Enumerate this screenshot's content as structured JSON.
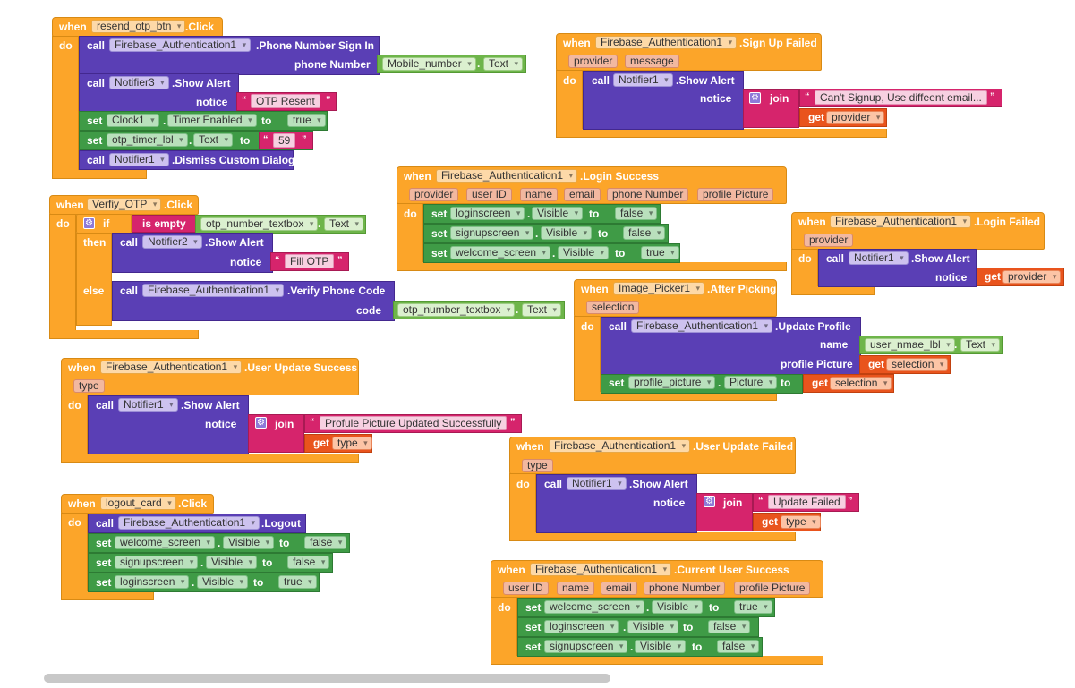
{
  "kw": {
    "when": "when",
    "do": "do",
    "call": "call",
    "set": "set",
    "to": "to",
    "if": "if",
    "then": "then",
    "else": "else",
    "get": "get",
    "join": "join",
    "dot": ".",
    "open_quote": "“",
    "close_quote": "”"
  },
  "resend": {
    "component": "resend_otp_btn",
    "event": ".Click",
    "c1_comp": "Firebase_Authentication1",
    "c1_method": ".Phone Number Sign In",
    "c1_arg": "phone Number",
    "c1_val_comp": "Mobile_number",
    "c1_val_prop": "Text",
    "c2_comp": "Notifier3",
    "c2_method": ".Show Alert",
    "c2_arg": "notice",
    "c2_text": "OTP Resent",
    "s1_comp": "Clock1",
    "s1_prop": "Timer Enabled",
    "s1_val": "true",
    "s2_comp": "otp_timer_lbl",
    "s2_prop": "Text",
    "s2_val": "59",
    "c3_comp": "Notifier1",
    "c3_method": ".Dismiss Custom Dialog"
  },
  "verify": {
    "component": "Verfiy_OTP",
    "event": ".Click",
    "is_empty": "is empty",
    "tb_comp": "otp_number_textbox",
    "tb_prop": "Text",
    "c1_comp": "Notifier2",
    "c1_method": ".Show Alert",
    "c1_arg": "notice",
    "c1_text": "Fill OTP",
    "c2_comp": "Firebase_Authentication1",
    "c2_method": ".Verify Phone Code",
    "c2_arg": "code",
    "c2_val_comp": "otp_number_textbox",
    "c2_val_prop": "Text"
  },
  "signup_failed": {
    "component": "Firebase_Authentication1",
    "event": ".Sign Up Failed",
    "params": [
      "provider",
      "message"
    ],
    "c_comp": "Notifier1",
    "c_method": ".Show Alert",
    "c_arg": "notice",
    "text": "Can't Signup, Use diffeent email...",
    "get_var": "provider"
  },
  "login_success": {
    "component": "Firebase_Authentication1",
    "event": ".Login Success",
    "params": [
      "provider",
      "user ID",
      "name",
      "email",
      "phone Number",
      "profile Picture"
    ],
    "sets": [
      {
        "comp": "loginscreen",
        "prop": "Visible",
        "val": "false"
      },
      {
        "comp": "signupscreen",
        "prop": "Visible",
        "val": "false"
      },
      {
        "comp": "welcome_screen",
        "prop": "Visible",
        "val": "true"
      }
    ]
  },
  "login_failed": {
    "component": "Firebase_Authentication1",
    "event": ".Login Failed",
    "params": [
      "provider"
    ],
    "c_comp": "Notifier1",
    "c_method": ".Show Alert",
    "c_arg": "notice",
    "get_var": "provider"
  },
  "image_picker": {
    "component": "Image_Picker1",
    "event": ".After Picking",
    "params": [
      "selection"
    ],
    "c_comp": "Firebase_Authentication1",
    "c_method": ".Update Profile",
    "arg1": "name",
    "arg1_comp": "user_nmae_lbl",
    "arg1_prop": "Text",
    "arg2": "profile Picture",
    "arg2_var": "selection",
    "s_comp": "profile_picture",
    "s_prop": "Picture",
    "s_var": "selection"
  },
  "update_success": {
    "component": "Firebase_Authentication1",
    "event": ".User Update Success",
    "params": [
      "type"
    ],
    "c_comp": "Notifier1",
    "c_method": ".Show Alert",
    "c_arg": "notice",
    "text": "Profule Picture Updated Successfully",
    "get_var": "type"
  },
  "update_failed": {
    "component": "Firebase_Authentication1",
    "event": ".User Update Failed",
    "params": [
      "type"
    ],
    "c_comp": "Notifier1",
    "c_method": ".Show Alert",
    "c_arg": "notice",
    "text": "Update Failed",
    "get_var": "type"
  },
  "logout": {
    "component": "logout_card",
    "event": ".Click",
    "c_comp": "Firebase_Authentication1",
    "c_method": ".Logout",
    "sets": [
      {
        "comp": "welcome_screen",
        "prop": "Visible",
        "val": "false"
      },
      {
        "comp": "signupscreen",
        "prop": "Visible",
        "val": "false"
      },
      {
        "comp": "loginscreen",
        "prop": "Visible",
        "val": "true"
      }
    ]
  },
  "current_user": {
    "component": "Firebase_Authentication1",
    "event": ".Current User Success",
    "params": [
      "user ID",
      "name",
      "email",
      "phone Number",
      "profile Picture"
    ],
    "sets": [
      {
        "comp": "welcome_screen",
        "prop": "Visible",
        "val": "true"
      },
      {
        "comp": "loginscreen",
        "prop": "Visible",
        "val": "false"
      },
      {
        "comp": "signupscreen",
        "prop": "Visible",
        "val": "false"
      }
    ]
  },
  "colors": {
    "event": "#fca529",
    "call": "#5a3fb5",
    "set": "#3f9b46",
    "getter": "#6eb54a",
    "text": "#d6246c",
    "var_get": "#e9541d",
    "scrollbar": "#c8c8c8"
  }
}
